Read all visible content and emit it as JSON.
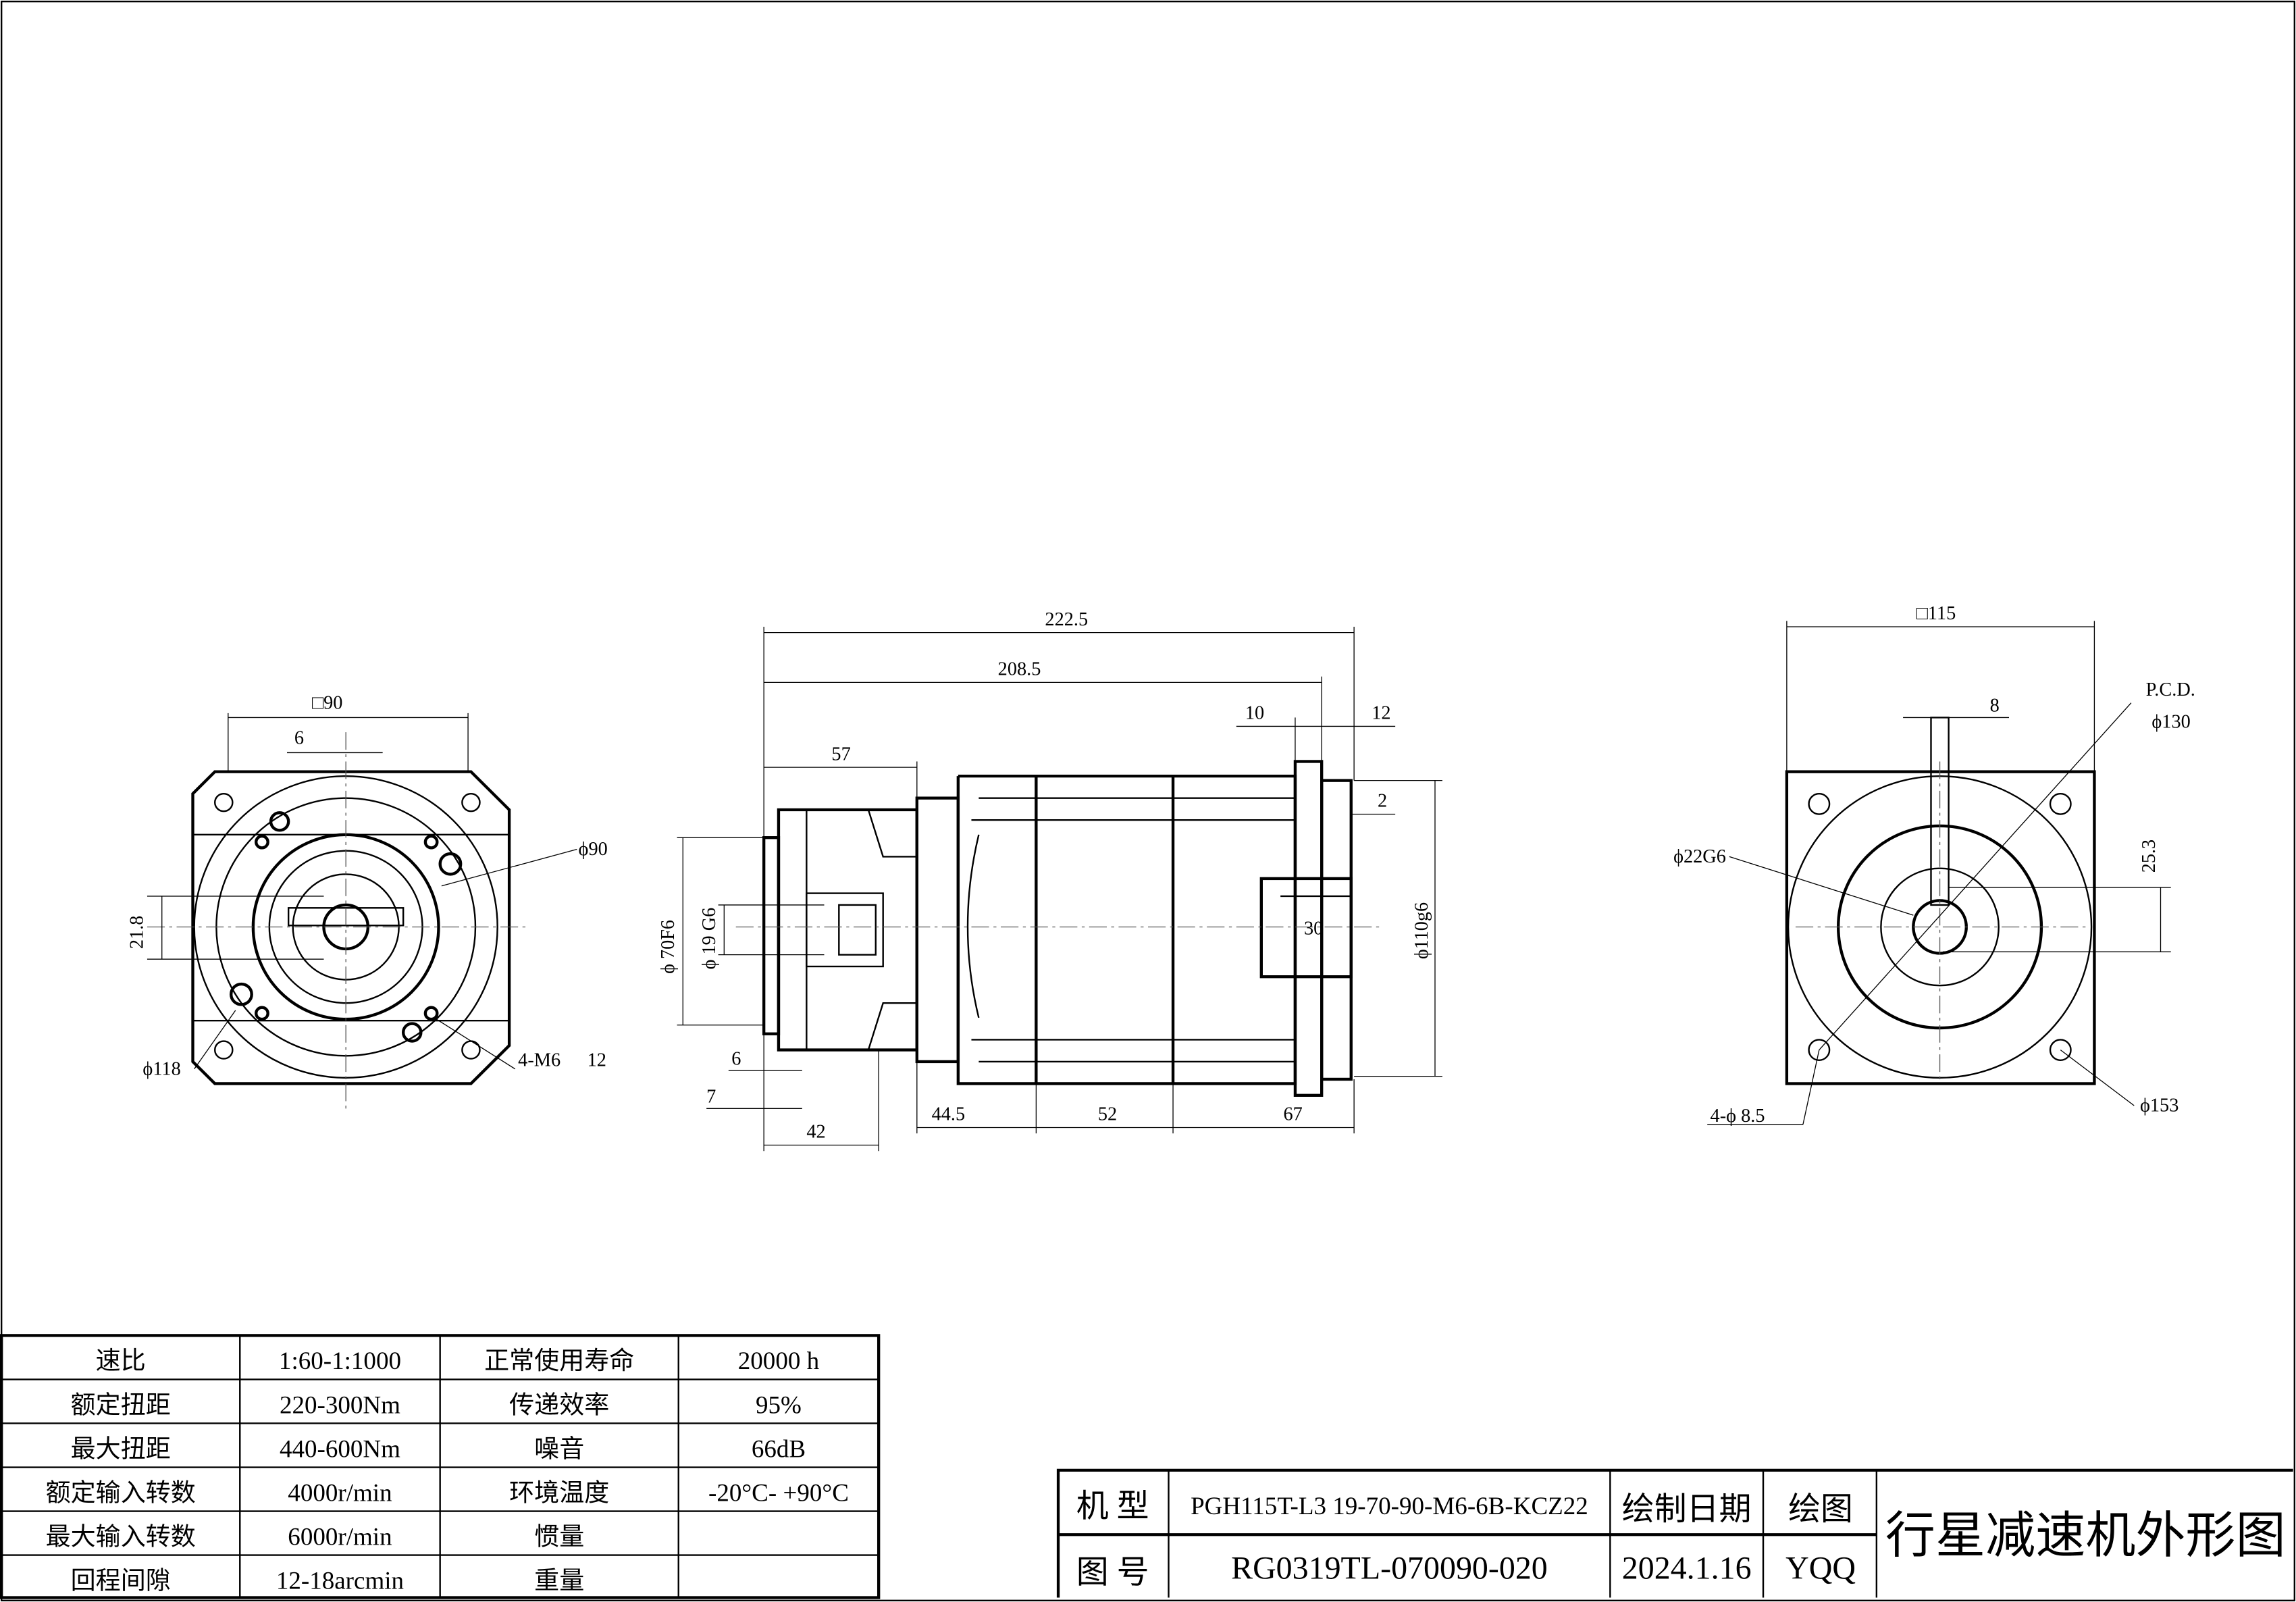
{
  "drawing": {
    "front_view": {
      "dims": {
        "square": "□90",
        "key_width": "6",
        "key_height": "21.8",
        "dia_90": "ϕ90",
        "dia_118": "ϕ118",
        "thread": "4-M6",
        "depth": "12"
      }
    },
    "side_view": {
      "dims": {
        "total_length": "222.5",
        "length_2": "208.5",
        "d57": "57",
        "d10": "10",
        "d12": "12",
        "d2": "2",
        "d30": "30",
        "dia_110": "ϕ110g6",
        "dia_70": "ϕ 70F6",
        "dia_19": "ϕ 19  G6",
        "d6": "6",
        "d7": "7",
        "d42": "42",
        "d44_5": "44.5",
        "d52": "52",
        "d67": "67"
      }
    },
    "rear_view": {
      "dims": {
        "square": "□115",
        "key_width": "8",
        "pcd_label": "P.C.D.",
        "pcd": "ϕ130",
        "shaft": "ϕ22G6",
        "key_height": "25.3",
        "holes": "4-ϕ 8.5",
        "dia_153": "ϕ153"
      }
    }
  },
  "spec_table": {
    "rows": [
      {
        "label": "速比",
        "value": "1:60-1:1000",
        "label2": "正常使用寿命",
        "value2": "20000  h"
      },
      {
        "label": "额定扭距",
        "value": "220-300Nm",
        "label2": "传递效率",
        "value2": "95%"
      },
      {
        "label": "最大扭距",
        "value": "440-600Nm",
        "label2": "噪音",
        "value2": "66dB"
      },
      {
        "label": "额定输入转数",
        "value": "4000r/min",
        "label2": "环境温度",
        "value2": "-20°C- +90°C"
      },
      {
        "label": "最大输入转数",
        "value": "6000r/min",
        "label2": "惯量",
        "value2": ""
      },
      {
        "label": "回程间隙",
        "value": "12-18arcmin",
        "label2": "重量",
        "value2": ""
      }
    ]
  },
  "title_block": {
    "model_label": "机 型",
    "model": "PGH115T-L3 19-70-90-M6-6B-KCZ22",
    "date_label": "绘制日期",
    "drawer_label": "绘图",
    "number_label": "图 号",
    "number": "RG0319TL-070090-020",
    "date": "2024.1.16",
    "drawer": "YQQ",
    "title": "行星减速机外形图"
  }
}
